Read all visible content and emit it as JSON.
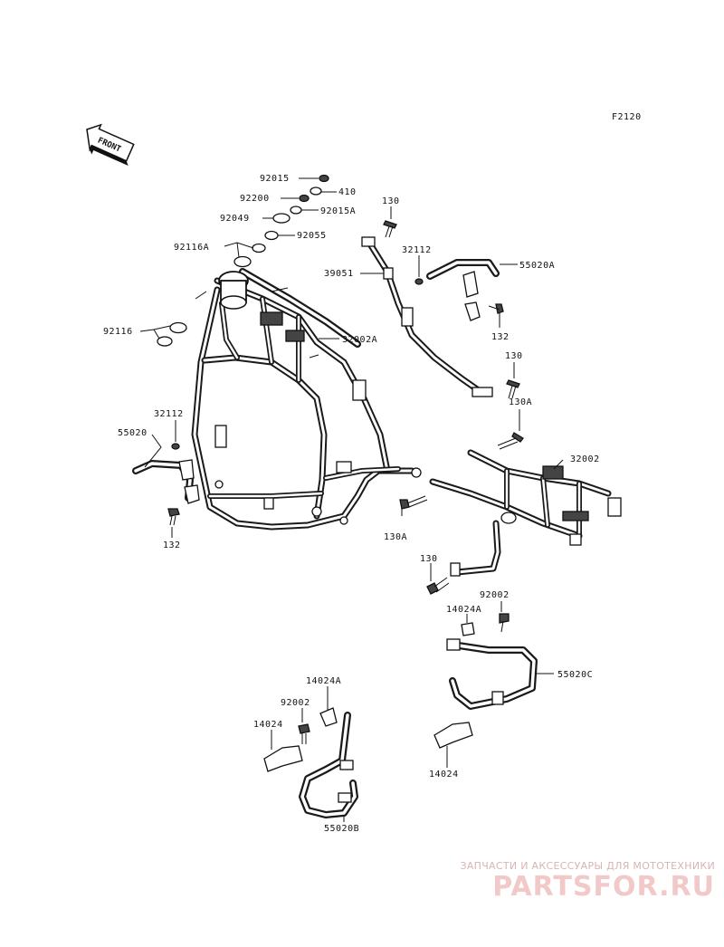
{
  "figure_code": "F2120",
  "front_label": "FRONT",
  "part_labels": [
    {
      "id": "92015",
      "text": "92015"
    },
    {
      "id": "410",
      "text": "410"
    },
    {
      "id": "92200",
      "text": "92200"
    },
    {
      "id": "92015A",
      "text": "92015A"
    },
    {
      "id": "92049",
      "text": "92049"
    },
    {
      "id": "92055",
      "text": "92055"
    },
    {
      "id": "92116A",
      "text": "92116A"
    },
    {
      "id": "92116",
      "text": "92116"
    },
    {
      "id": "32002A",
      "text": "32002A"
    },
    {
      "id": "130-top",
      "text": "130"
    },
    {
      "id": "32112-top",
      "text": "32112"
    },
    {
      "id": "55020A",
      "text": "55020A"
    },
    {
      "id": "39051",
      "text": "39051"
    },
    {
      "id": "132-right",
      "text": "132"
    },
    {
      "id": "130-mid",
      "text": "130"
    },
    {
      "id": "130A-mid",
      "text": "130A"
    },
    {
      "id": "32002",
      "text": "32002"
    },
    {
      "id": "32112-left",
      "text": "32112"
    },
    {
      "id": "55020",
      "text": "55020"
    },
    {
      "id": "132-left",
      "text": "132"
    },
    {
      "id": "130A-low",
      "text": "130A"
    },
    {
      "id": "130-low",
      "text": "130"
    },
    {
      "id": "92002-right",
      "text": "92002"
    },
    {
      "id": "14024A-right",
      "text": "14024A"
    },
    {
      "id": "55020C",
      "text": "55020C"
    },
    {
      "id": "14024A-left",
      "text": "14024A"
    },
    {
      "id": "92002-left",
      "text": "92002"
    },
    {
      "id": "14024-left",
      "text": "14024"
    },
    {
      "id": "14024-right",
      "text": "14024"
    },
    {
      "id": "55020B",
      "text": "55020B"
    }
  ],
  "watermark": {
    "tagline": "ЗАПЧАСТИ И АКСЕССУАРЫ ДЛЯ МОТОТЕХНИКИ",
    "logo": "PARTSFOR.RU"
  }
}
